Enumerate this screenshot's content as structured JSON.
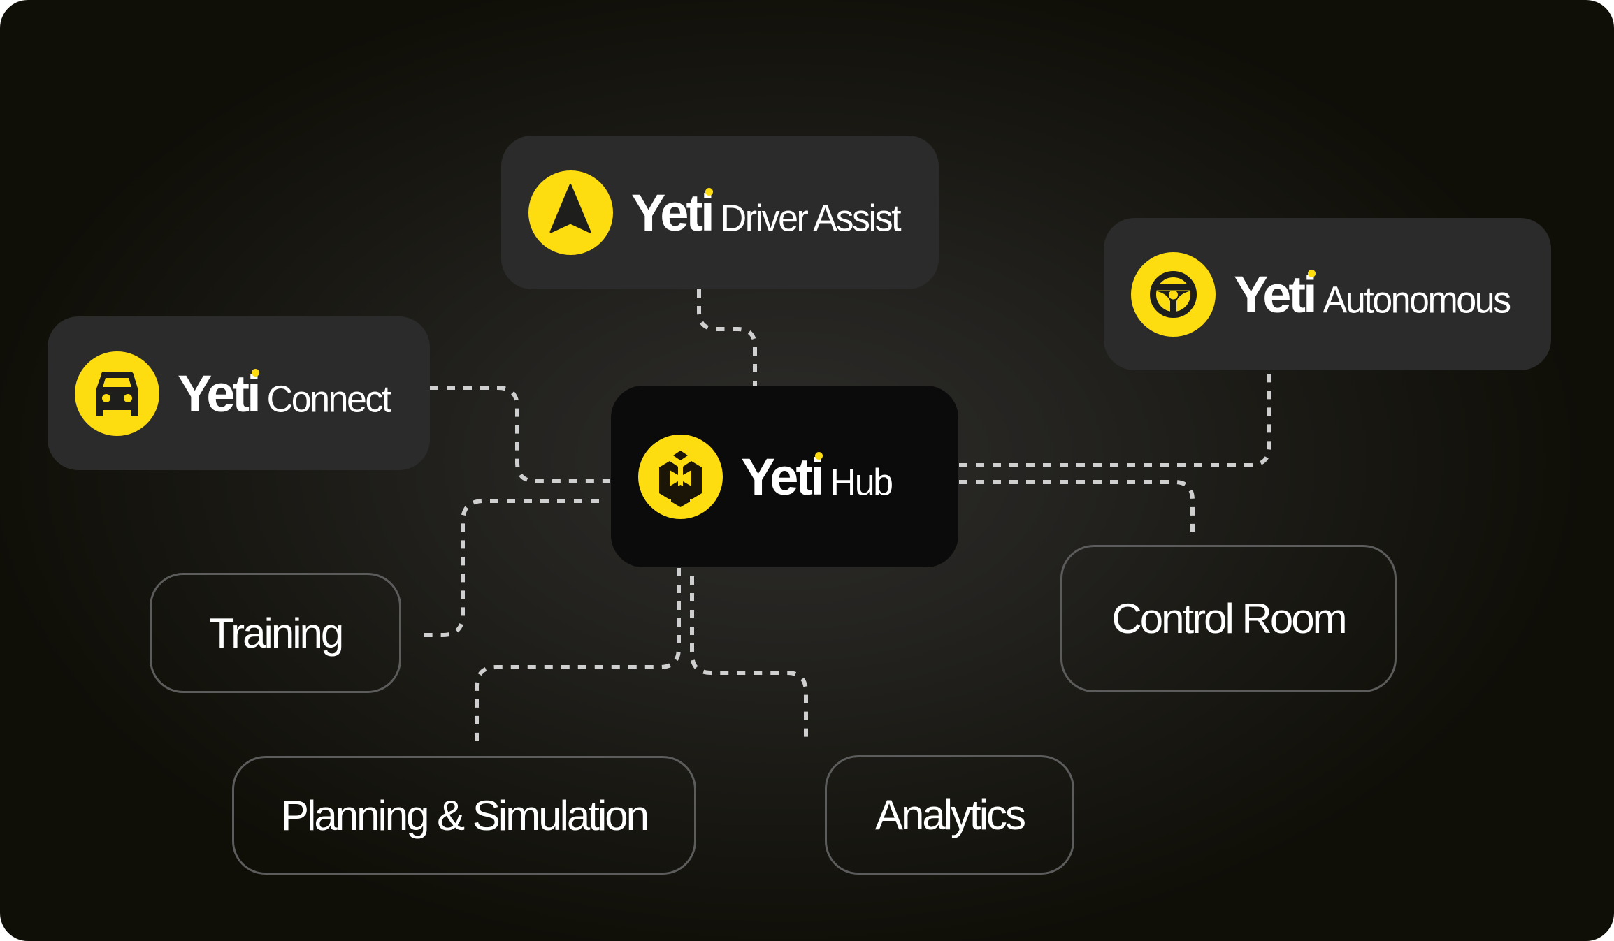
{
  "diagram": {
    "accent_color": "#fedd10",
    "hub": {
      "brand": "Yeti",
      "name": "Hub",
      "icon": "yeti-hub-logo-icon"
    },
    "products": [
      {
        "id": "driver-assist",
        "brand": "Yeti",
        "name": "Driver Assist",
        "icon": "navigation-arrow-icon"
      },
      {
        "id": "autonomous",
        "brand": "Yeti",
        "name": "Autonomous",
        "icon": "steering-wheel-icon"
      },
      {
        "id": "connect",
        "brand": "Yeti",
        "name": "Connect",
        "icon": "car-icon"
      }
    ],
    "modules": [
      {
        "id": "training",
        "label": "Training"
      },
      {
        "id": "control-room",
        "label": "Control Room"
      },
      {
        "id": "planning-simulation",
        "label": "Planning & Simulation"
      },
      {
        "id": "analytics",
        "label": "Analytics"
      }
    ],
    "connections": [
      {
        "from": "Yeti Hub",
        "to": "Yeti Driver Assist"
      },
      {
        "from": "Yeti Hub",
        "to": "Yeti Autonomous"
      },
      {
        "from": "Yeti Hub",
        "to": "Yeti Connect"
      },
      {
        "from": "Yeti Hub",
        "to": "Training"
      },
      {
        "from": "Yeti Hub",
        "to": "Control Room"
      },
      {
        "from": "Yeti Hub",
        "to": "Planning & Simulation"
      },
      {
        "from": "Yeti Hub",
        "to": "Analytics"
      }
    ]
  }
}
